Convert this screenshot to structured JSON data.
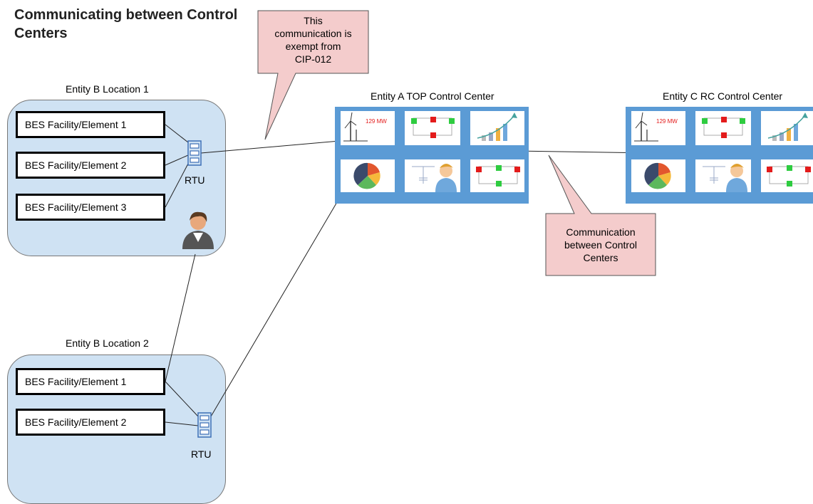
{
  "title": "Communicating between Control Centers",
  "callouts": {
    "exempt": [
      "This",
      "communication is",
      "exempt from",
      "CIP-012"
    ],
    "between": [
      "Communication",
      "between Control",
      "Centers"
    ]
  },
  "location1": {
    "label": "Entity B Location 1",
    "facilities": [
      "BES Facility/Element 1",
      "BES Facility/Element 2",
      "BES Facility/Element 3"
    ],
    "rtu_label": "RTU"
  },
  "location2": {
    "label": "Entity B Location 2",
    "facilities": [
      "BES Facility/Element 1",
      "BES Facility/Element 2"
    ],
    "rtu_label": "RTU"
  },
  "control_centers": {
    "entity_a": {
      "label": "Entity A TOP Control Center",
      "mw_readout": "129 MW"
    },
    "entity_c": {
      "label": "Entity C RC Control Center",
      "mw_readout": "129 MW"
    }
  },
  "colors": {
    "location_fill": "#cfe2f3",
    "callout_fill": "#f4cccc",
    "monitor_frame": "#5b9bd5",
    "monitor_screen": "#ffffff"
  }
}
